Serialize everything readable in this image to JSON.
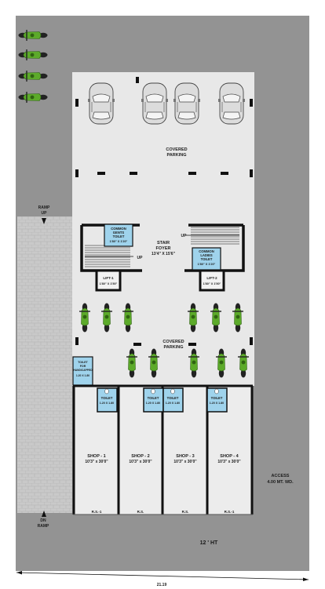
{
  "labels": {
    "covered_parking_top_1": "COVERED",
    "covered_parking_top_2": "PARKING",
    "covered_parking_mid_1": "COVERED",
    "covered_parking_mid_2": "PARKING",
    "stair_foyer_1": "STAIR",
    "stair_foyer_2": "FOYER",
    "stair_foyer_dim": "13'4\" X 15'6\"",
    "up_left": "UP",
    "up_right": "UP",
    "gents_1": "COMMON",
    "gents_2": "GENTS",
    "gents_3": "TOILET",
    "gents_dim": "1'80\" X 1'20\"",
    "ladies_1": "COMMON",
    "ladies_2": "LADIES",
    "ladies_3": "TOILET",
    "ladies_dim": "1'80\" X 1'20\"",
    "lift1": "LIFT-1",
    "lift1_dim": "1'80\" X 1'50\"",
    "lift2": "LIFT-2",
    "lift2_dim": "1'80\" X 1'50\"",
    "hc_1": "TOILET",
    "hc_2": "FOR",
    "hc_3": "HANDICAPPED",
    "hc_4": "1.20 X 1.80",
    "ramp_up_1": "RAMP",
    "ramp_up_2": "UP",
    "ramp_dn_1": "DN",
    "ramp_dn_2": "RAMP",
    "access_1": "ACCESS",
    "access_2": "4.00 MT. WD.",
    "height": "12 ' HT",
    "width_dim": "21.19"
  },
  "shops": [
    {
      "name": "SHOP - 1",
      "size": "10'3\" x 30'0\"",
      "rs": "R.S.-1",
      "toilet": "TOILET",
      "toilet_size": "1.20 X 1.80"
    },
    {
      "name": "SHOP - 2",
      "size": "10'3\" x 30'0\"",
      "rs": "R.S.",
      "toilet": "TOILET",
      "toilet_size": "1.20 X 1.80"
    },
    {
      "name": "SHOP - 3",
      "size": "10'3\" x 30'0\"",
      "rs": "R.S.",
      "toilet": "TOILET",
      "toilet_size": "1.20 X 1.80"
    },
    {
      "name": "SHOP - 4",
      "size": "10'3\" x 30'0\"",
      "rs": "R.S.-1",
      "toilet": "TOILET",
      "toilet_size": "1.20 X 1.80"
    }
  ],
  "colors": {
    "outer_gray": "#939393",
    "plan_floor": "#e8e8e8",
    "shop_floor": "#ececec",
    "toilet_blue": "#9fd3ec",
    "bike_green": "#5caa2a",
    "car_fill": "#dcdcdc"
  }
}
